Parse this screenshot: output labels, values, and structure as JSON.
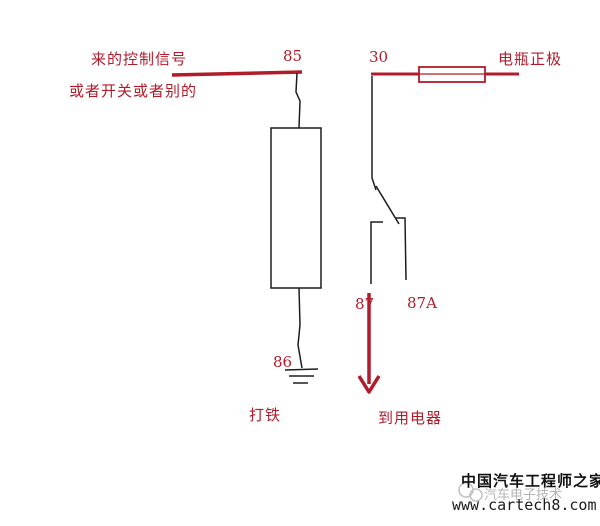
{
  "labels": {
    "signal_line1": "来的控制信号",
    "signal_line2": "或者开关或者别的",
    "battery": "电瓶正极",
    "ground": "打铁",
    "to_load": "到用电器"
  },
  "pins": {
    "p85": "85",
    "p86": "86",
    "p30": "30",
    "p87": "87",
    "p87a": "87A"
  },
  "watermark": {
    "name": "中国汽车工程师之家",
    "site": "www.cartech8.com",
    "account": "汽车电子技术"
  },
  "colors": {
    "wire_red": "#b01c2a",
    "wire_dark": "#1e1e1e"
  }
}
